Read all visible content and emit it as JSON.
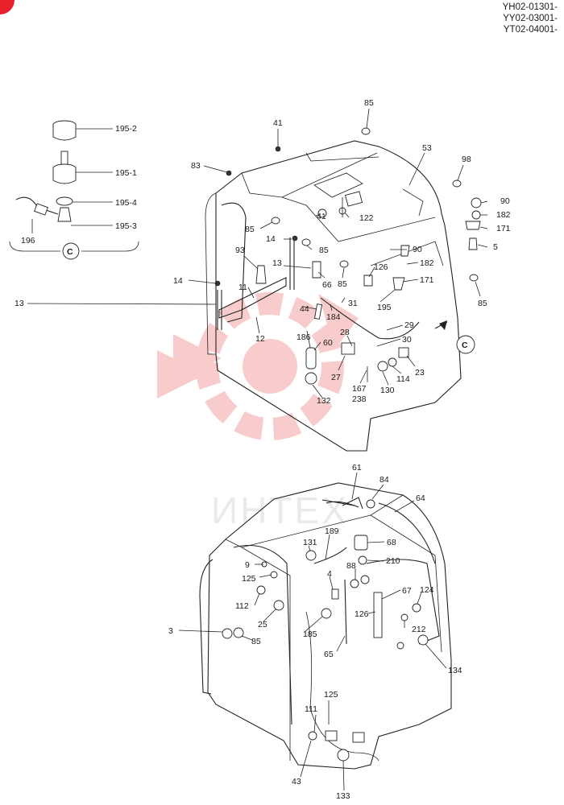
{
  "serials": [
    "YH02-01301-",
    "YY02-03001-",
    "YT02-04001-"
  ],
  "watermark": {
    "text": "ИНТЕХ",
    "color": "#f4a3a3"
  },
  "corner_badge_color": "#e8202a",
  "detail_view": {
    "letter": "C"
  },
  "labels": {
    "n195_2": "195-2",
    "n195_1": "195-1",
    "n195_4": "195-4",
    "n195_3": "195-3",
    "n196": "196",
    "n41a": "41",
    "n85a": "85",
    "n53": "53",
    "n98": "98",
    "n83": "83",
    "n90a": "90",
    "n182a": "182",
    "n171a": "171",
    "n5": "5",
    "n122": "122",
    "n41b": "41",
    "n85b": "85",
    "n14a": "14",
    "n85c": "85",
    "n93": "93",
    "n13a": "13",
    "n66": "66",
    "n85d": "85",
    "n90b": "90",
    "n126a": "126",
    "n182b": "182",
    "n171b": "171",
    "n14b": "14",
    "n11": "11",
    "n13b": "13",
    "n44": "44",
    "n31": "31",
    "n184": "184",
    "n195": "195",
    "n85e": "85",
    "n12": "12",
    "n186": "186",
    "n29": "29",
    "n28": "28",
    "n30": "30",
    "n60": "60",
    "n23": "23",
    "n27": "27",
    "n114": "114",
    "n167": "167",
    "n130": "130",
    "n238": "238",
    "n132": "132",
    "n61": "61",
    "n84": "84",
    "n64": "64",
    "n189": "189",
    "n68": "68",
    "n131": "131",
    "n9": "9",
    "n88": "88",
    "n210": "210",
    "n4": "4",
    "n125a": "125",
    "n67": "67",
    "n124": "124",
    "n112": "112",
    "n126b": "126",
    "n25": "25",
    "n212": "212",
    "n3": "3",
    "n85f": "85",
    "n185": "185",
    "n65": "65",
    "n134": "134",
    "n125b": "125",
    "n111": "111",
    "n43": "43",
    "n133": "133"
  }
}
